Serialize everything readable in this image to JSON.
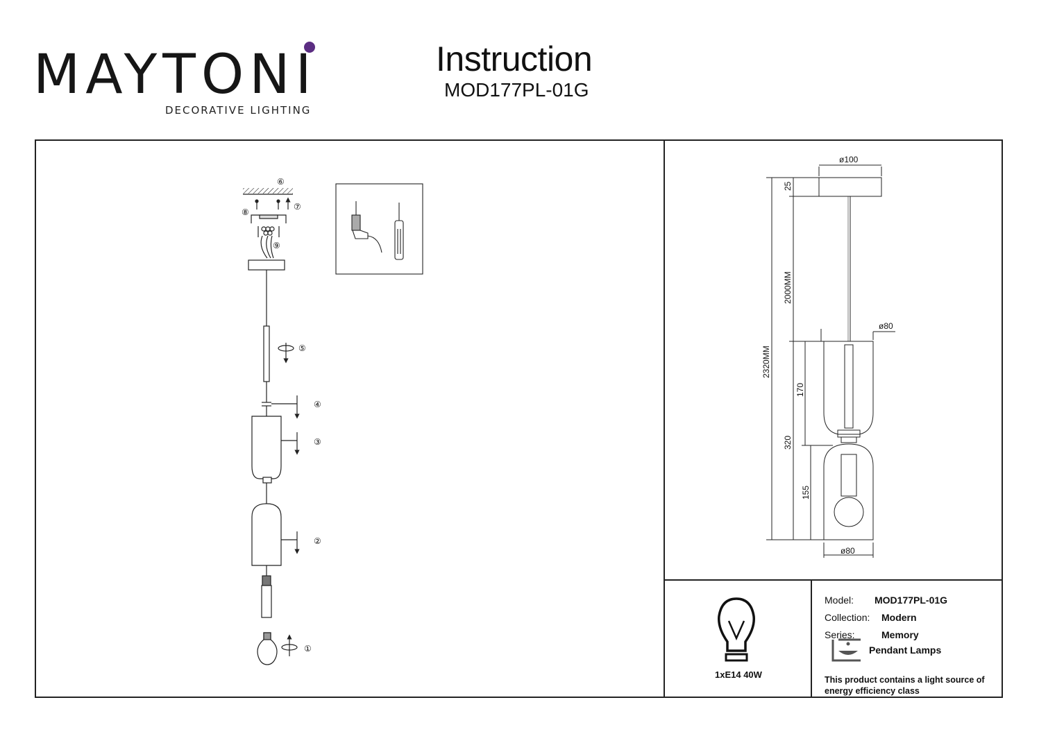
{
  "brand": {
    "name": "MAYTONI",
    "tagline": "DECORATIVE LIGHTING",
    "accent_color": "#5b2d82"
  },
  "header": {
    "title": "Instruction",
    "model_code": "MOD177PL-01G"
  },
  "assembly": {
    "step_numbers": [
      "①",
      "②",
      "③",
      "④",
      "⑤",
      "⑥",
      "⑦",
      "⑧",
      "⑨"
    ]
  },
  "dimensions": {
    "canopy_diameter": "ø100",
    "canopy_height": "25",
    "cable_length": "2000MM",
    "total_length": "2320MM",
    "upper_shade_diameter": "ø80",
    "upper_height": "170",
    "shade_total": "320",
    "lower_height": "155",
    "lower_shade_diameter": "ø80"
  },
  "lamp": {
    "icon": "light-bulb-icon",
    "spec": "1xE14 40W"
  },
  "specs": {
    "model_label": "Model:",
    "model_value": "MOD177PL-01G",
    "collection_label": "Collection:",
    "collection_value": "Modern",
    "series_label": "Series:",
    "series_value": "Memory",
    "category_icon": "pendant-lamp-icon",
    "category_value": "Pendant Lamps",
    "note": "This product contains a light source of energy efficiency class"
  }
}
